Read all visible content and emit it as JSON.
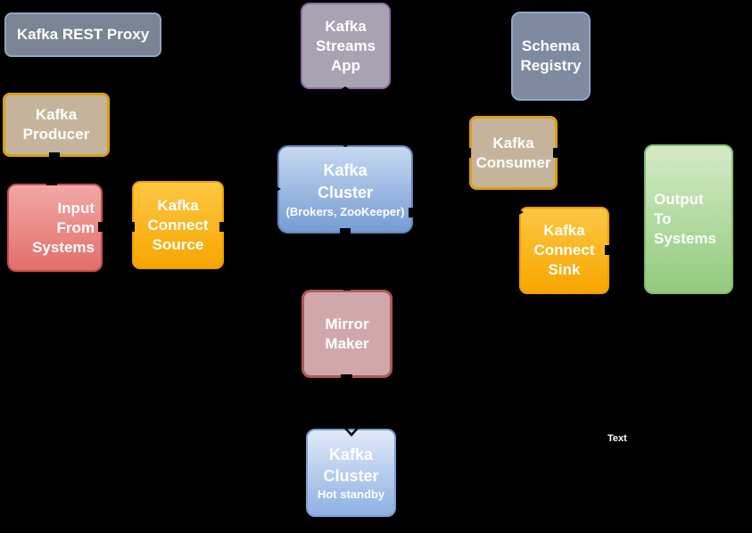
{
  "canvas": {
    "background": "#000000"
  },
  "nodes": {
    "rest_proxy": {
      "label": "Kafka REST Proxy"
    },
    "producer": {
      "lines": [
        "Kafka",
        "Producer"
      ]
    },
    "input": {
      "lines": [
        "Input",
        "From",
        "Systems"
      ]
    },
    "connect_source": {
      "lines": [
        "Kafka",
        "Connect",
        "Source"
      ]
    },
    "streams_app": {
      "lines": [
        "Kafka",
        "Streams",
        "App"
      ]
    },
    "cluster": {
      "lines": [
        "Kafka",
        "Cluster"
      ],
      "sub": "(Brokers, ZooKeeper)"
    },
    "schema_registry": {
      "lines": [
        "Schema",
        "Registry"
      ]
    },
    "consumer": {
      "lines": [
        "Kafka",
        "Consumer"
      ]
    },
    "connect_sink": {
      "lines": [
        "Kafka",
        "Connect",
        "Sink"
      ]
    },
    "output": {
      "lines": [
        "Output",
        "To",
        "Systems"
      ]
    },
    "mirror_maker": {
      "lines": [
        "Mirror",
        "Maker"
      ]
    },
    "cluster_standby": {
      "lines": [
        "Kafka",
        "Cluster"
      ],
      "sub": "Hot standby"
    }
  },
  "floating_text": "Text",
  "colors": {
    "background": "#000000",
    "text": "#ffffff",
    "gray_blue_fill": "#7a8494",
    "gray_blue_border": "#90a5c4",
    "tan_fill": "#c5b49b",
    "gold_border": "#d8a014",
    "red_fill_top": "#f2a8a4",
    "red_fill_bottom": "#e26e6b",
    "red_border": "#bf504d",
    "orange_fill_top": "#fdc743",
    "orange_fill_bottom": "#f7a600",
    "purple_gray_fill": "#a9a2b1",
    "purple_border": "#8e6fa6",
    "blue_fill_top": "#c6d8f0",
    "blue_fill_bottom": "#769cd4",
    "blue_border": "#6488b8",
    "green_fill_top": "#d4ebc6",
    "green_fill_bottom": "#92ca7e",
    "green_border": "#88bc72",
    "rose_fill": "#d0a8ab",
    "rose_border": "#ae5a55",
    "light_blue_fill_top": "#dfeafa",
    "light_blue_fill_bottom": "#8db0e2",
    "connector": "#000000"
  }
}
